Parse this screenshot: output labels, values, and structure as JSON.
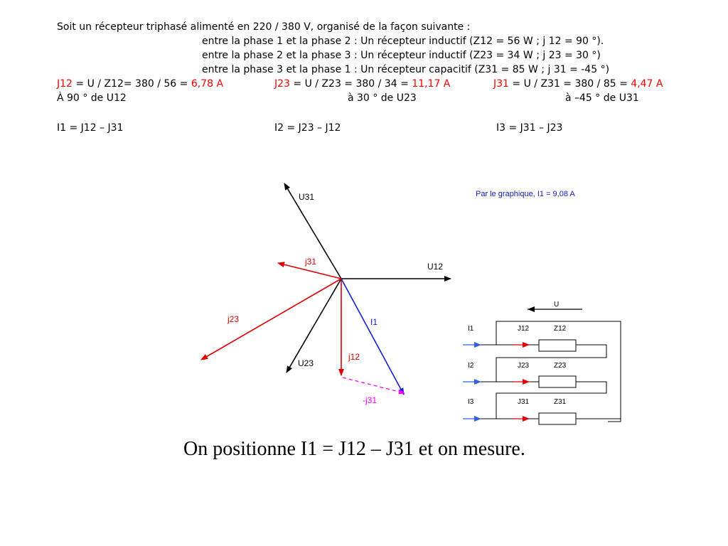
{
  "text": {
    "intro": "Soit un récepteur triphasé alimenté en 220 / 380 V, organisé de la façon suivante :",
    "line1": "entre la phase 1 et la phase 2 : Un récepteur inductif (Z12 = 56 W ; j 12 = 90 °).",
    "line2": "entre la phase 2 et la phase 3 : Un récepteur inductif (Z23 = 34 W ; j 23 = 30 °)",
    "line3": "entre la phase 3 et la phase 1 : Un récepteur capacitif (Z31 = 85 W ; j 31 = -45 °)",
    "calc": {
      "j12_name": "J12",
      "j12_formula": " = U / Z12= 380 / 56 = ",
      "j12_result": "6,78 A",
      "j23_name": "J23",
      "j23_formula": " = U / Z23 = 380 / 34 = ",
      "j23_result": "11,17 A",
      "j31_name": "J31",
      "j31_formula": " = U / Z31 = 380 / 85 = ",
      "j31_result": "4,47 A"
    },
    "angle1": "À 90 ° de U12",
    "angle2": "à 30 ° de U23",
    "angle3": "à –45 ° de U31",
    "eq1": "I1 = J12 – J31",
    "eq2": "I2 = J23 – J12",
    "eq3": "I3 = J31 – J23"
  },
  "diagram": {
    "labels": {
      "u31": "U31",
      "u12": "U12",
      "u23": "U23",
      "j31": "j31",
      "j23": "j23",
      "j12": "j12",
      "i1": "I1",
      "neg_j31": "-j31"
    },
    "note": "Par le graphique, I1 = 9,08 A",
    "colors": {
      "voltage": "#000000",
      "current": "#e00000",
      "result": "#1020d0",
      "negated": "#ff00ff",
      "note": "#1020c0"
    }
  },
  "circuit": {
    "u_label": "U",
    "rows": [
      {
        "line": "I1",
        "current": "J12",
        "impedance": "Z12"
      },
      {
        "line": "I2",
        "current": "J23",
        "impedance": "Z23"
      },
      {
        "line": "I3",
        "current": "J31",
        "impedance": "Z31"
      }
    ],
    "colors": {
      "line_arrow": "#3060e0",
      "current_arrow": "#e00000"
    }
  },
  "caption": "On positionne I1 = J12 – J31 et on mesure."
}
